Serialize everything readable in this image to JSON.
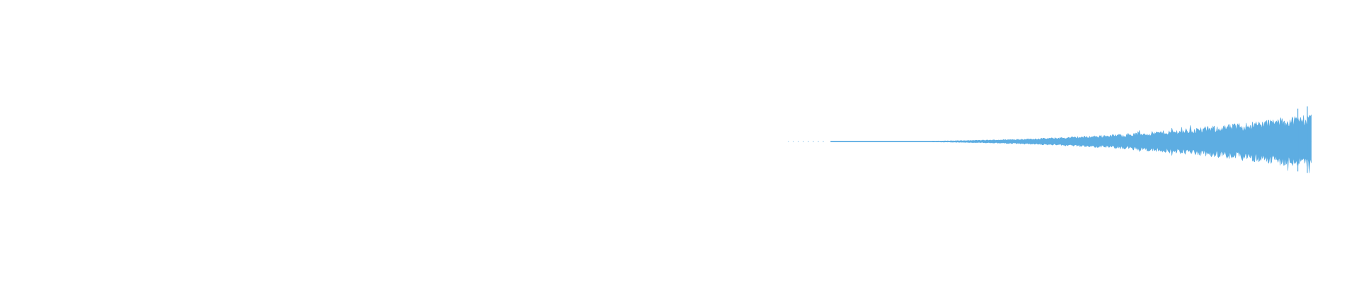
{
  "waveform": {
    "color": "#5dade2",
    "background": "#ffffff",
    "envelope": {
      "onset_fraction": 0.58,
      "end_fraction": 0.965,
      "peak_amplitude": 0.48,
      "growth_exponent": 2.6,
      "leading_dots": 8
    }
  }
}
